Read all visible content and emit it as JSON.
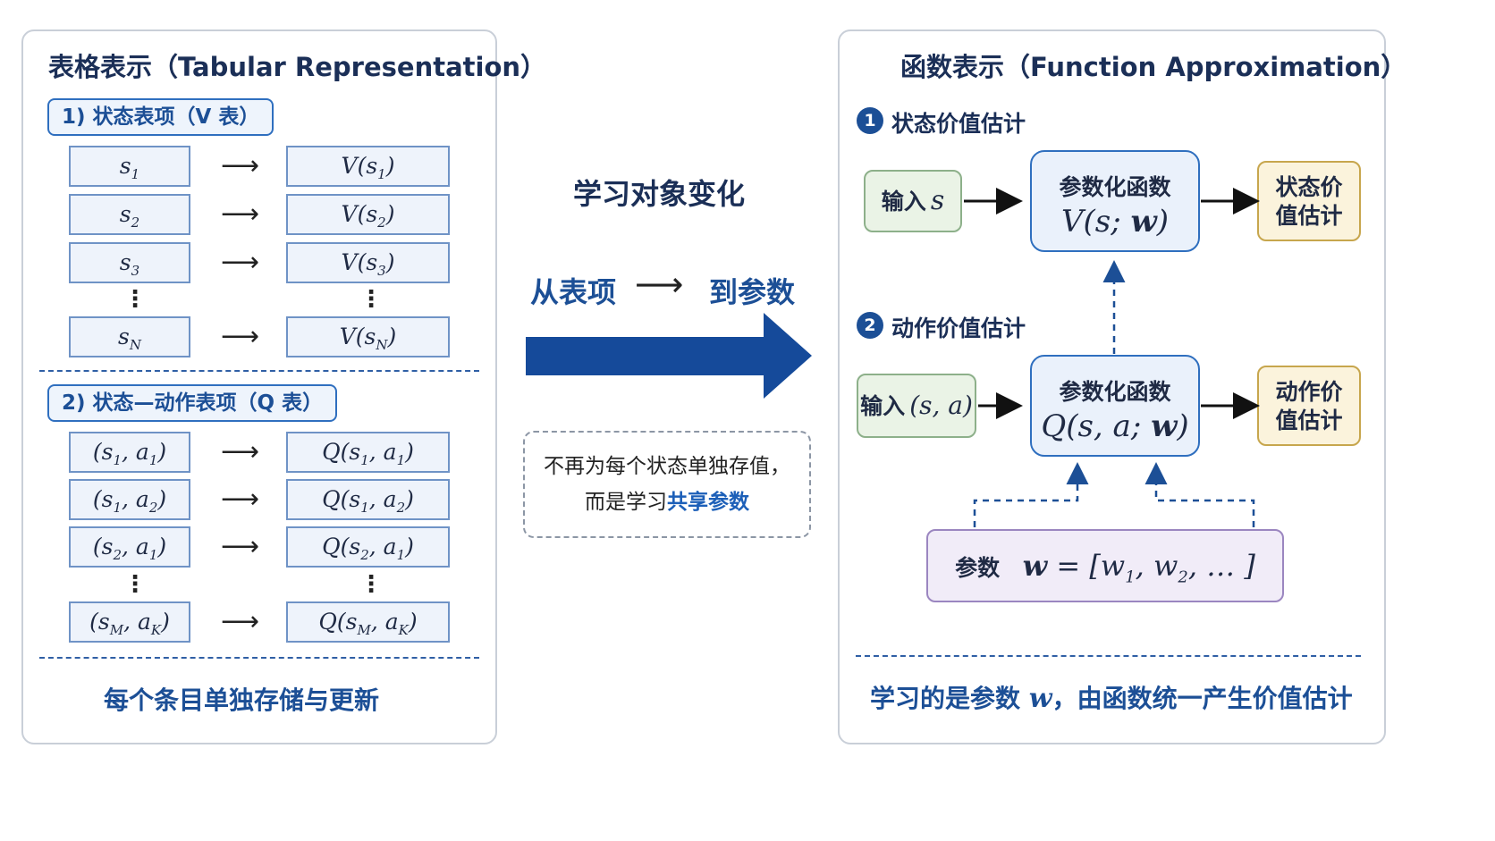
{
  "left": {
    "title": "表格表示（Tabular Representation）",
    "v_section": {
      "label": "1) 状态表项（V 表）",
      "rows": [
        {
          "s": "s",
          "sub": "1",
          "v_sub": "1"
        },
        {
          "s": "s",
          "sub": "2",
          "v_sub": "2"
        },
        {
          "s": "s",
          "sub": "3",
          "v_sub": "3"
        },
        {
          "s": "s",
          "sub": "N",
          "v_sub": "N"
        }
      ]
    },
    "q_section": {
      "label": "2) 状态—动作表项（Q 表）",
      "rows": [
        {
          "s_sub": "1",
          "a_sub": "1"
        },
        {
          "s_sub": "1",
          "a_sub": "2"
        },
        {
          "s_sub": "2",
          "a_sub": "1"
        },
        {
          "s_sub": "M",
          "a_sub": "K"
        }
      ]
    },
    "arrow": "⟶",
    "vdots": "⋮",
    "footer": "每个条目单独存储与更新"
  },
  "middle": {
    "title": "学习对象变化",
    "from": "从表项",
    "arrow": "⟶",
    "to": "到参数",
    "note_line1": "不再为每个状态单独存值，",
    "note_line2_prefix": "而是学习",
    "note_line2_highlight": "共享参数"
  },
  "right": {
    "title": "函数表示（Function Approximation）",
    "step1": {
      "num": "1",
      "label": "状态价值估计",
      "input_label": "输入",
      "func_label": "参数化函数",
      "output": "状态价值估计"
    },
    "step2": {
      "num": "2",
      "label": "动作价值估计",
      "input_label": "输入",
      "func_label": "参数化函数",
      "output": "动作价值估计"
    },
    "params_label": "参数",
    "footer_prefix": "学习的是参数",
    "footer_suffix": "，由函数统一产生价值估计"
  },
  "colors": {
    "accent": "#1c4f96",
    "big_arrow": "#154a9a",
    "green_box": "#eaf3e6",
    "yellow_box": "#fbf3dc",
    "purple_box": "#f1ecf8"
  }
}
